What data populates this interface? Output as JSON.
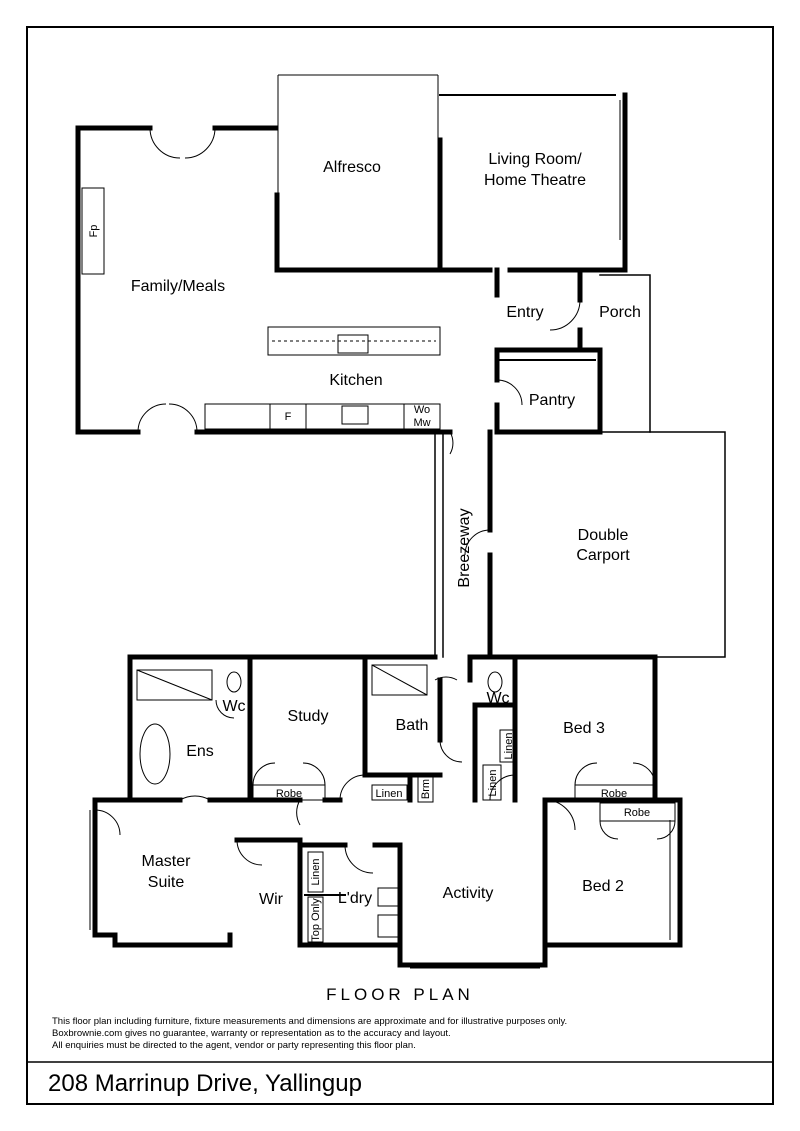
{
  "plan": {
    "rooms": {
      "alfresco": "Alfresco",
      "living_line1": "Living Room/",
      "living_line2": "Home Theatre",
      "family": "Family/Meals",
      "fireplace": "Fp",
      "kitchen": "Kitchen",
      "fridge": "F",
      "wo": "Wo",
      "mw": "Mw",
      "entry": "Entry",
      "porch": "Porch",
      "pantry": "Pantry",
      "breezeway": "Breezeway",
      "carport_line1": "Double",
      "carport_line2": "Carport",
      "wc_ensuite": "Wc",
      "ens": "Ens",
      "study": "Study",
      "bath": "Bath",
      "wc": "Wc",
      "bed3": "Bed 3",
      "robe_study": "Robe",
      "linen_bath": "Linen",
      "brm": "Brm",
      "linen_a": "Linen",
      "linen_b": "Linen",
      "robe_bed3": "Robe",
      "robe_bed2": "Robe",
      "master_line1": "Master",
      "master_line2": "Suite",
      "wir": "Wir",
      "linen_ldry": "Linen",
      "top_only": "Top Only",
      "laundry": "L'dry",
      "activity": "Activity",
      "bed2": "Bed 2"
    }
  },
  "footer": {
    "title": "FLOOR PLAN",
    "disclaimer_1": "This floor plan including furniture, fixture measurements and dimensions are approximate and for illustrative purposes only.",
    "disclaimer_2": "Boxbrownie.com gives no guarantee, warranty or representation as to the accuracy and layout.",
    "disclaimer_3": "All enquiries must be directed to the agent, vendor or party representing this floor plan.",
    "address": "208 Marrinup Drive, Yallingup"
  }
}
